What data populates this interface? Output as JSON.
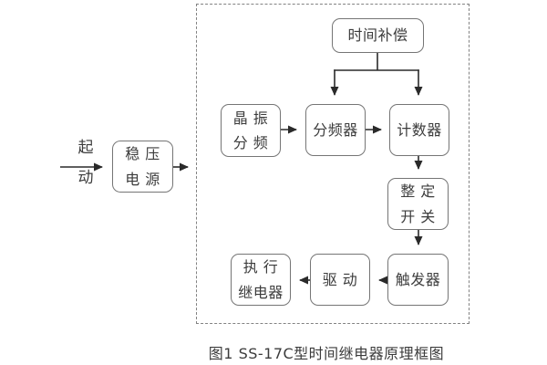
{
  "caption": "图1 SS-17C型时间继电器原理框图",
  "start_label": {
    "line1": "起",
    "line2": "动"
  },
  "nodes": {
    "power_supply": {
      "line1": "稳 压",
      "line2": "电 源"
    },
    "time_compensation": {
      "label": "时间补偿"
    },
    "crystal_divider": {
      "line1": "晶 振",
      "line2": "分 频"
    },
    "frequency_divider": {
      "label": "分频器"
    },
    "counter": {
      "label": "计数器"
    },
    "setting_switch": {
      "line1": "整 定",
      "line2": "开 关"
    },
    "trigger": {
      "label": "触发器"
    },
    "drive": {
      "label": "驱 动"
    },
    "executive_relay": {
      "line1": "执 行",
      "line2": "继电器"
    }
  },
  "colors": {
    "background": "#ffffff",
    "box_border": "#757575",
    "dashed_border": "#828282",
    "arrow": "#2a2a2a",
    "text": "#3c3c3c"
  }
}
